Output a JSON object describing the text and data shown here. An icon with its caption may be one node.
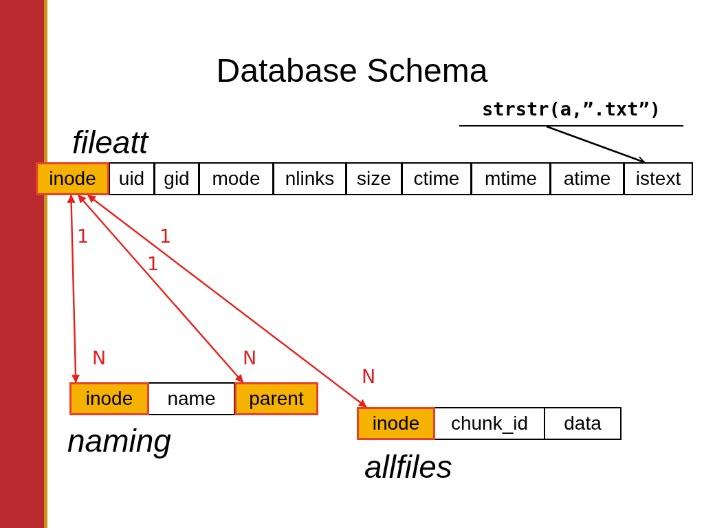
{
  "diagram": {
    "title": "Database Schema",
    "nodes": [
      {
        "text": [
          "fileatt"
        ]
      },
      {
        "text": [
          "inode"
        ],
        "in": 0
      },
      {
        "text": [
          "uid"
        ],
        "in": 0
      },
      {
        "text": [
          "gid"
        ],
        "in": 0
      },
      {
        "text": [
          "mode"
        ],
        "in": 0
      },
      {
        "text": [
          "nlinks"
        ],
        "in": 0
      },
      {
        "text": [
          "size"
        ],
        "in": 0
      },
      {
        "text": [
          "ctime"
        ],
        "in": 0
      },
      {
        "text": [
          "mtime"
        ],
        "in": 0
      },
      {
        "text": [
          "atime"
        ],
        "in": 0
      },
      {
        "text": [
          "istext"
        ],
        "in": 0
      },
      {
        "text": [
          "naming"
        ]
      },
      {
        "text": [
          "inode"
        ],
        "in": 11
      },
      {
        "text": [
          "name"
        ],
        "in": 11
      },
      {
        "text": [
          "parent"
        ],
        "in": 11
      },
      {
        "text": [
          "allfiles"
        ]
      },
      {
        "text": [
          "inode"
        ],
        "in": 15
      },
      {
        "text": [
          "chunk_id"
        ],
        "in": 15
      },
      {
        "text": [
          "data"
        ],
        "in": 15
      },
      {
        "text": [
          "strstr(a,”.txt”)"
        ]
      }
    ],
    "edges": [
      {
        "from": 19,
        "to": 10,
        "arrow": "to",
        "color": "#000000"
      },
      {
        "from": 1,
        "to": 12,
        "arrow": "both"
      },
      {
        "from": 1,
        "to": 14,
        "arrow": "both"
      },
      {
        "from": 1,
        "to": 16,
        "arrow": "both"
      }
    ],
    "labels": [
      "1",
      "1",
      "1",
      "N",
      "N",
      "N"
    ]
  }
}
